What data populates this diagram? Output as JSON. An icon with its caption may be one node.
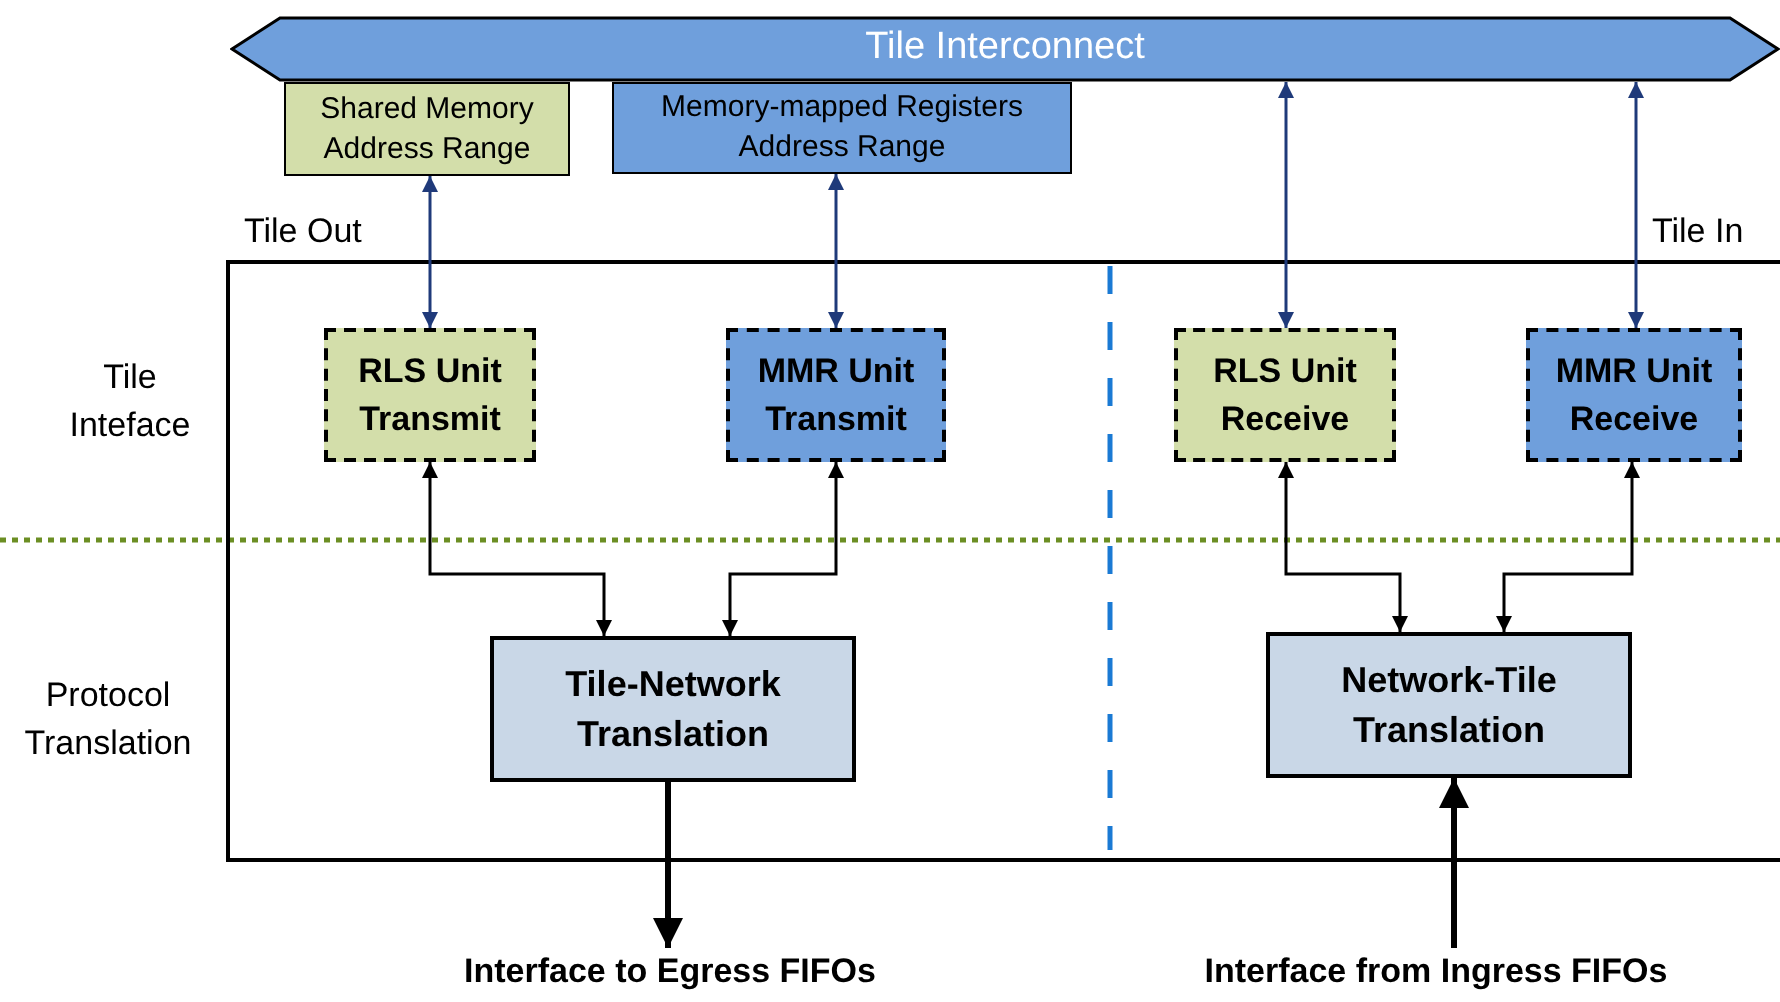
{
  "diagram": {
    "nodes": [
      {
        "text": [
          "Tile Interconnect"
        ]
      },
      {
        "text": [
          "Shared Memory Address Range"
        ]
      },
      {
        "text": [
          "Memory-mapped Registers Address Range"
        ]
      },
      {
        "text": [],
        "shape": "box"
      },
      {
        "text": [
          "RLS Unit Transmit"
        ],
        "in": 3
      },
      {
        "text": [
          "MMR Unit Transmit"
        ],
        "in": 3
      },
      {
        "text": [
          "RLS Unit Receive"
        ],
        "in": 3
      },
      {
        "text": [
          "MMR Unit Receive"
        ],
        "in": 3
      },
      {
        "text": [
          "Tile-Network Translation"
        ],
        "in": 3
      },
      {
        "text": [
          "Network-Tile Translation"
        ],
        "in": 3
      },
      {
        "text": [
          "Interface to Egress FIFOs"
        ]
      },
      {
        "text": [
          "Interface from Ingress FIFOs"
        ]
      }
    ],
    "edges": [
      {
        "from": 1,
        "to": 4,
        "arrow": "both",
        "color": "#1f3a7a"
      },
      {
        "from": 2,
        "to": 5,
        "arrow": "both",
        "color": "#1f3a7a"
      },
      {
        "from": 0,
        "to": 6,
        "arrow": "both",
        "color": "#1f3a7a"
      },
      {
        "from": 0,
        "to": 7,
        "arrow": "both",
        "color": "#1f3a7a"
      },
      {
        "from": 4,
        "to": 8,
        "arrow": "both"
      },
      {
        "from": 5,
        "to": 8,
        "arrow": "both"
      },
      {
        "from": 6,
        "to": 9,
        "arrow": "both"
      },
      {
        "from": 7,
        "to": 9,
        "arrow": "both"
      },
      {
        "from": 8,
        "to": 10,
        "arrow": "to",
        "style": "thick"
      },
      {
        "from": 11,
        "to": 9,
        "arrow": "to",
        "style": "thick"
      }
    ],
    "labels": [
      "Tile Out",
      "Tile In",
      "Tile Inteface",
      "Protocol Translation"
    ]
  }
}
